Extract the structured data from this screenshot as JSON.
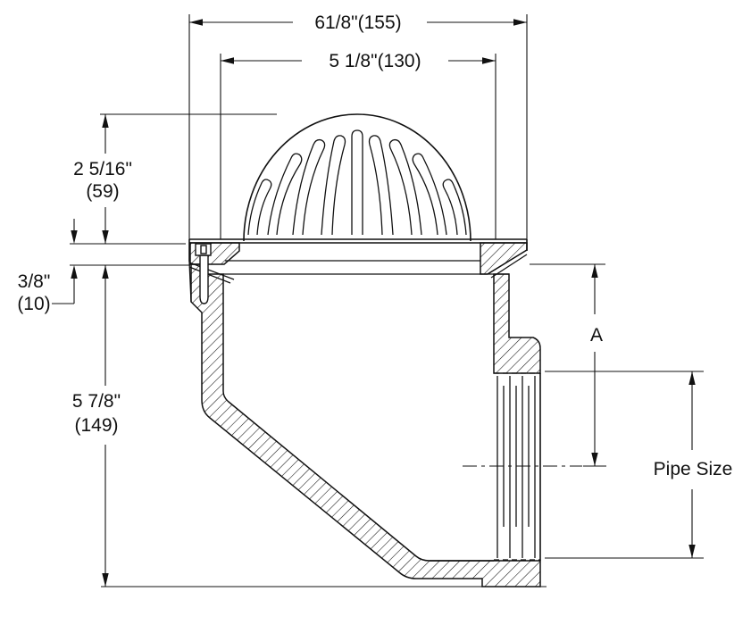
{
  "dims": {
    "overall_width": "61/8\"(155)",
    "strainer_width": "5 1/8\"(130)",
    "dome_height": {
      "line1": "2 5/16\"",
      "line2": "(59)"
    },
    "flashing_offset": {
      "line1": "3/8\"",
      "line2": "(10)"
    },
    "body_height": {
      "line1": "5 7/8\"",
      "line2": "(149)"
    },
    "outlet_center": "A",
    "pipe_size": "Pipe Size"
  }
}
